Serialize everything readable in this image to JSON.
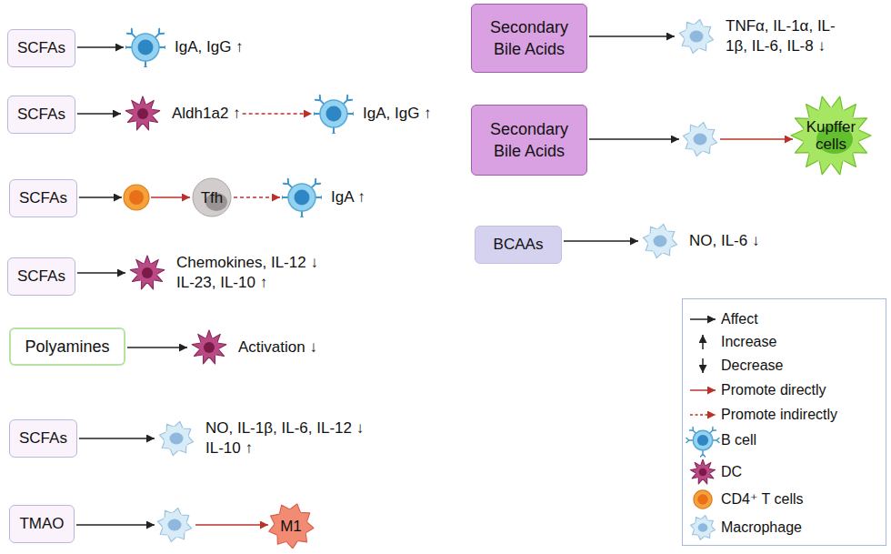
{
  "diagram": {
    "nodes": [
      {
        "text": [
          "SCFAs"
        ]
      },
      {
        "text": [
          "IgA, IgG ↑"
        ]
      },
      {
        "text": [
          "SCFAs"
        ]
      },
      {
        "text": [
          "Aldh1a2 ↑"
        ]
      },
      {
        "text": [
          "IgA, IgG ↑"
        ]
      },
      {
        "text": [
          "SCFAs"
        ]
      },
      {
        "text": [
          "Tfh"
        ]
      },
      {
        "text": [
          "IgA ↑"
        ]
      },
      {
        "text": [
          "SCFAs"
        ]
      },
      {
        "text": [
          "Chemokines, IL-12 ↓",
          "IL-23, IL-10 ↑"
        ]
      },
      {
        "text": [
          "Polyamines"
        ]
      },
      {
        "text": [
          "Activation ↓"
        ]
      },
      {
        "text": [
          "SCFAs"
        ]
      },
      {
        "text": [
          "NO, IL-1β, IL-6, IL-12 ↓",
          "IL-10 ↑"
        ]
      },
      {
        "text": [
          "TMAO"
        ]
      },
      {
        "text": [
          "M1"
        ]
      },
      {
        "text": [
          "Secondary Bile Acids"
        ]
      },
      {
        "text": [
          "TNFα, IL-1α, IL-1β, IL-6, IL-8 ↓"
        ]
      },
      {
        "text": [
          "Secondary Bile Acids"
        ]
      },
      {
        "text": [
          "Kupffer cells"
        ]
      },
      {
        "text": [
          "BCAAs"
        ]
      },
      {
        "text": [
          "NO, IL-6 ↓"
        ]
      }
    ],
    "edges": [
      {
        "from": 0,
        "to": 1,
        "arrow": "to"
      },
      {
        "from": 2,
        "to": 3,
        "arrow": "to"
      },
      {
        "from": 3,
        "to": 4,
        "arrow": "to"
      },
      {
        "from": 6,
        "to": 7,
        "arrow": "to"
      },
      {
        "from": 8,
        "to": 9,
        "arrow": "to"
      },
      {
        "from": 10,
        "to": 11,
        "arrow": "to"
      },
      {
        "from": 12,
        "to": 13,
        "arrow": "to"
      },
      {
        "from": 16,
        "to": 17,
        "arrow": "to"
      },
      {
        "from": 20,
        "to": 21,
        "arrow": "to"
      }
    ],
    "legend": [
      {
        "text": "Affect"
      },
      {
        "text": "Increase"
      },
      {
        "text": "Decrease"
      },
      {
        "text": "Promote  directly"
      },
      {
        "text": "Promote indirectly"
      },
      {
        "text": "B cell"
      },
      {
        "text": "DC"
      },
      {
        "text": "CD4⁺ T cells"
      },
      {
        "text": "Macrophage"
      }
    ]
  }
}
